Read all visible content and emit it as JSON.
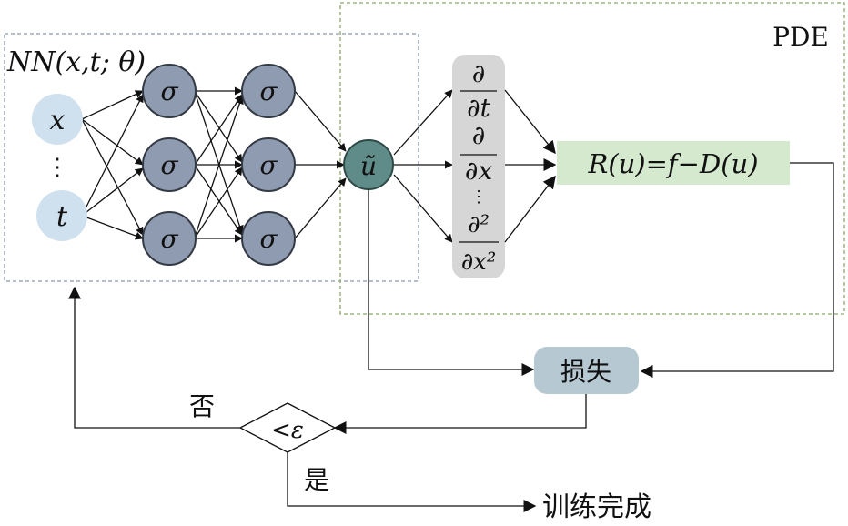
{
  "nn_label": "NN(x,t; θ)",
  "pde_label": "PDE",
  "inputs": {
    "x": "x",
    "dots": "⋮",
    "t": "t"
  },
  "neuron_symbol": "σ",
  "output_symbol": "ũ",
  "derivatives": {
    "d_dt_num": "∂",
    "d_dt_den": "∂t",
    "d_dx_num": "∂",
    "d_dx_den": "∂x",
    "dots": "⋮",
    "d2_dx2_num": "∂²",
    "d2_dx2_den": "∂x²"
  },
  "residual": "R(u)=f−D(u)",
  "loss": "损失",
  "decision": "<ε",
  "no_label": "否",
  "yes_label": "是",
  "done_label": "训练完成",
  "colors": {
    "input_node": "#cfe0ef",
    "hidden_node": "#8f9bb0",
    "hidden_stroke": "#333a44",
    "output_node": "#5f8c88",
    "deriv_panel": "#d6d6d6",
    "residual_box": "#d5e9cf",
    "loss_box": "#b6c8d2",
    "nn_frame": "#8a96a6",
    "pde_frame": "#8aa86a"
  }
}
